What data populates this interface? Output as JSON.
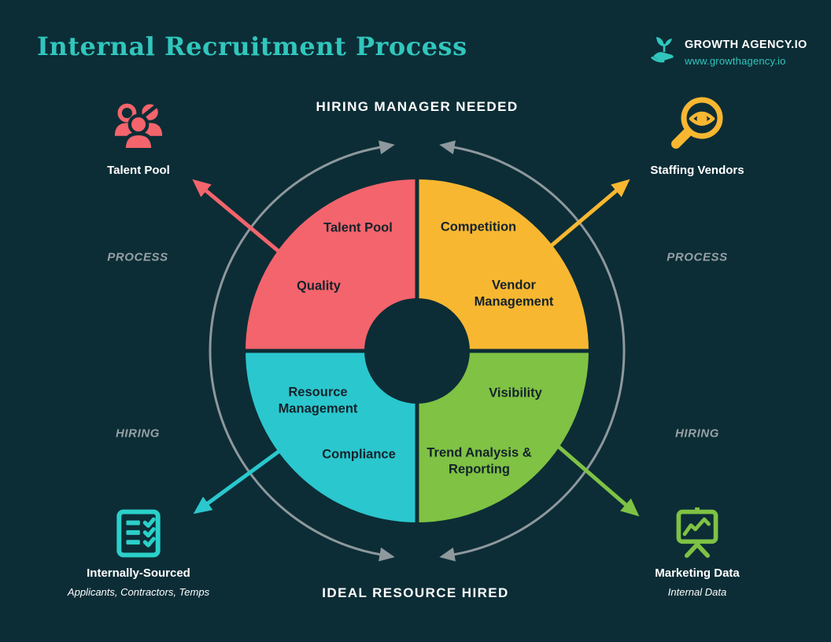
{
  "page": {
    "background": "#0C2D36"
  },
  "header": {
    "title": "Internal Recruitment Process",
    "brand": {
      "name": "GROWTH AGENCY.IO",
      "url": "www.growthagency.io",
      "icon": "plant-in-hand-icon",
      "accent_color": "#31C6BD"
    }
  },
  "flow": {
    "top": "HIRING MANAGER NEEDED",
    "bottom": "IDEAL RESOURCE HIRED"
  },
  "side_labels": {
    "process": "PROCESS",
    "hiring": "HIRING"
  },
  "corners": {
    "top_left": {
      "label": "Talent Pool",
      "icon": "people-group-icon",
      "color": "#F4646C"
    },
    "top_right": {
      "label": "Staffing Vendors",
      "icon": "eye-magnifier-icon",
      "color": "#F8B731"
    },
    "bottom_left": {
      "label": "Internally-Sourced",
      "sublabel": "Applicants, Contractors, Temps",
      "icon": "checklist-icon",
      "color": "#2BD0C9"
    },
    "bottom_right": {
      "label": "Marketing Data",
      "sublabel": "Internal Data",
      "icon": "chart-presentation-icon",
      "color": "#7FC244"
    }
  },
  "wheel": {
    "type": "donut-cycle-diagram",
    "cycle_arrow_color": "#8E989D",
    "quadrants": [
      {
        "position": "top-left",
        "color": "#F4646C",
        "labels": [
          "Talent Pool",
          "Quality"
        ]
      },
      {
        "position": "top-right",
        "color": "#F8B731",
        "labels": [
          "Competition",
          "Vendor Management"
        ]
      },
      {
        "position": "bottom-left",
        "color": "#2BC7CE",
        "labels": [
          "Resource Management",
          "Compliance"
        ]
      },
      {
        "position": "bottom-right",
        "color": "#7FC244",
        "labels": [
          "Visibility",
          "Trend Analysis & Reporting"
        ]
      }
    ]
  },
  "colors": {
    "background": "#0C2D36",
    "title_teal": "#31C6BD",
    "text_light": "#FFFFFF",
    "text_dark": "#14222B",
    "muted_gray": "#96A0A4"
  }
}
